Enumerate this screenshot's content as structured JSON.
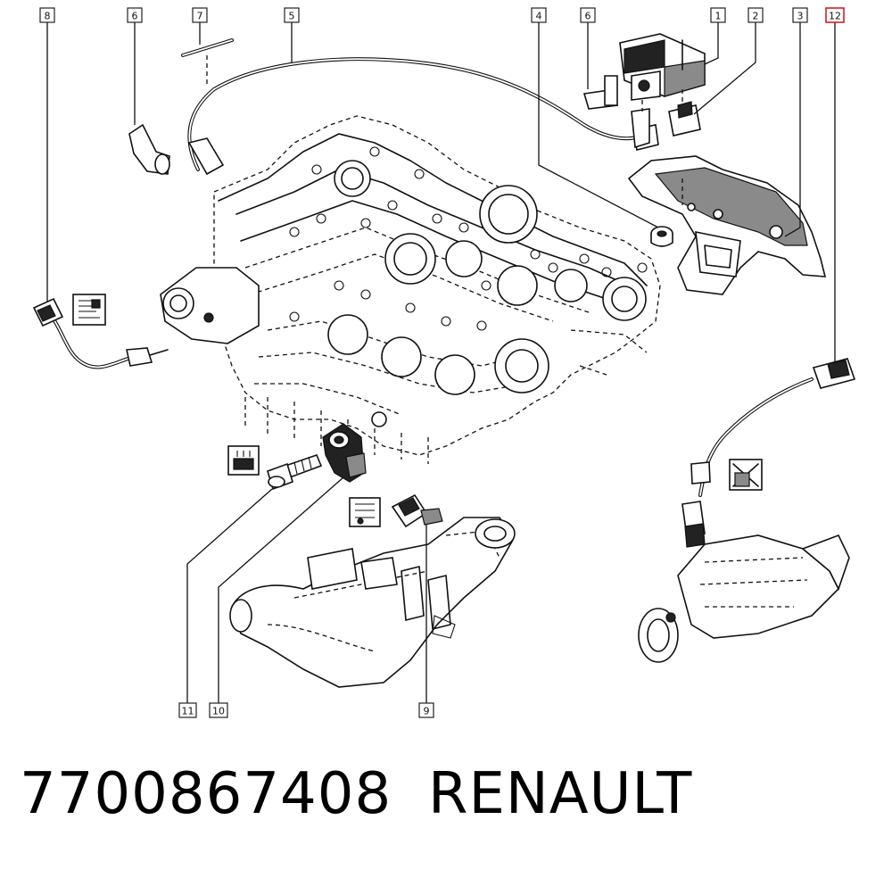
{
  "callouts": [
    {
      "label": "8",
      "highlight": false
    },
    {
      "label": "6",
      "highlight": false
    },
    {
      "label": "7",
      "highlight": false
    },
    {
      "label": "5",
      "highlight": false
    },
    {
      "label": "4",
      "highlight": false
    },
    {
      "label": "6",
      "highlight": false
    },
    {
      "label": "1",
      "highlight": false
    },
    {
      "label": "2",
      "highlight": false
    },
    {
      "label": "3",
      "highlight": false
    },
    {
      "label": "12",
      "highlight": true
    },
    {
      "label": "11",
      "highlight": false
    },
    {
      "label": "10",
      "highlight": false
    },
    {
      "label": "9",
      "highlight": false
    }
  ],
  "footer": {
    "part_number": "7700867408",
    "brand": "RENAULT"
  },
  "colors": {
    "ink": "#111111",
    "highlight": "#d21f26",
    "background": "#ffffff"
  }
}
